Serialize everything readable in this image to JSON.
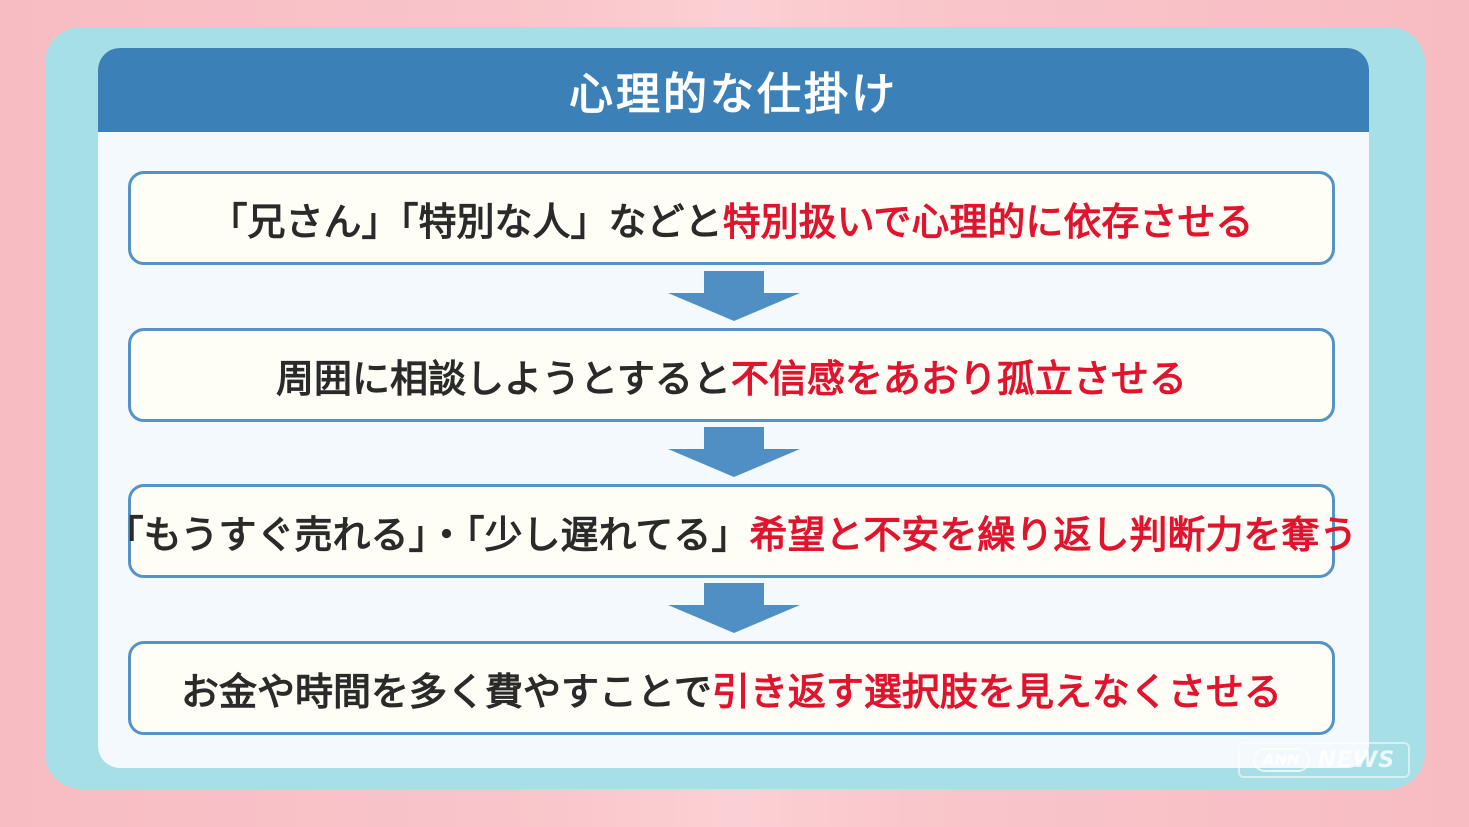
{
  "title": "心理的な仕掛け",
  "steps": [
    {
      "normal": "「兄さん」「特別な人」などと",
      "highlight": "特別扱いで心理的に依存させる"
    },
    {
      "normal": "周囲に相談しようとすると",
      "highlight": "不信感をあおり孤立させる"
    },
    {
      "normal": "「もうすぐ売れる」・「少し遅れてる」",
      "highlight": "希望と不安を繰り返し判断力を奪う"
    },
    {
      "normal": "お金や時間を多く費やすことで",
      "highlight": "引き返す選択肢を見えなくさせる"
    }
  ],
  "logo": {
    "mark": "ANN",
    "text": "NEWS"
  },
  "colors": {
    "background": "#f9c6cb",
    "frame": "#a6dfe5",
    "header": "#3b80b6",
    "box_border": "#5593c6",
    "highlight_text": "#e0142e",
    "arrow": "#4f8fc4"
  }
}
